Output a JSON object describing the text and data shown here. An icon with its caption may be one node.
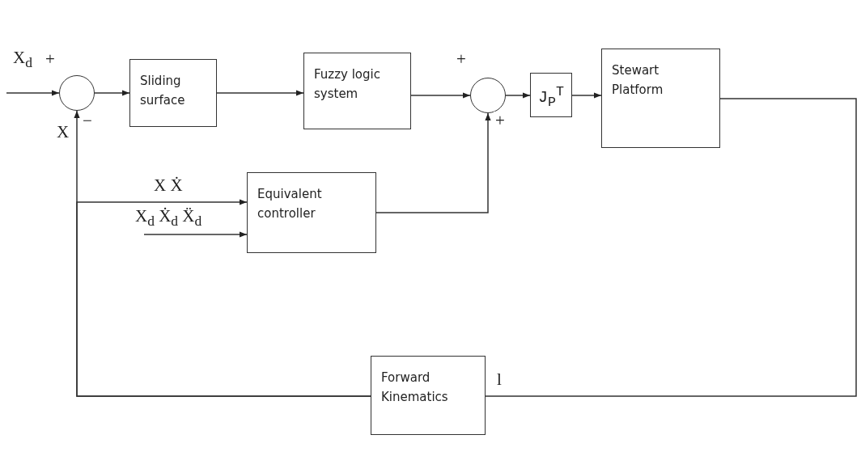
{
  "diagram": {
    "nodes": [
      {
        "text": [],
        "shape": "circle"
      },
      {
        "text": [
          "Sliding surface"
        ]
      },
      {
        "text": [
          "Fuzzy logic system"
        ]
      },
      {
        "text": [],
        "shape": "circle"
      },
      {
        "text": [
          "J$_{P}$$^{T}$"
        ]
      },
      {
        "text": [
          "Stewart Platform"
        ]
      },
      {
        "text": [
          "Equivalent controller"
        ]
      },
      {
        "text": [
          "Forward Kinematics"
        ]
      }
    ],
    "edges": [
      {
        "from": null,
        "to": 0,
        "arrow": "to",
        "label": "X$_{d}$"
      },
      {
        "from": 0,
        "to": 1,
        "arrow": "to"
      },
      {
        "from": 1,
        "to": 2,
        "arrow": "to"
      },
      {
        "from": 2,
        "to": 3,
        "arrow": "to"
      },
      {
        "from": 3,
        "to": 4,
        "arrow": "to"
      },
      {
        "from": 4,
        "to": 5,
        "arrow": "to"
      },
      {
        "from": 5,
        "to": 7,
        "arrow": "none",
        "label": "l"
      },
      {
        "from": 7,
        "to": 0,
        "arrow": "to",
        "label": "X"
      },
      {
        "from": 7,
        "to": 6,
        "arrow": "to",
        "label": "X Ẋ"
      },
      {
        "from": null,
        "to": 6,
        "arrow": "to",
        "label": "X$_{d}$ Ẋ$_{d}$ Ẍ$_{d}$"
      },
      {
        "from": 6,
        "to": 3,
        "arrow": "to"
      }
    ],
    "labels": [
      "+",
      "−",
      "+",
      "+"
    ]
  }
}
